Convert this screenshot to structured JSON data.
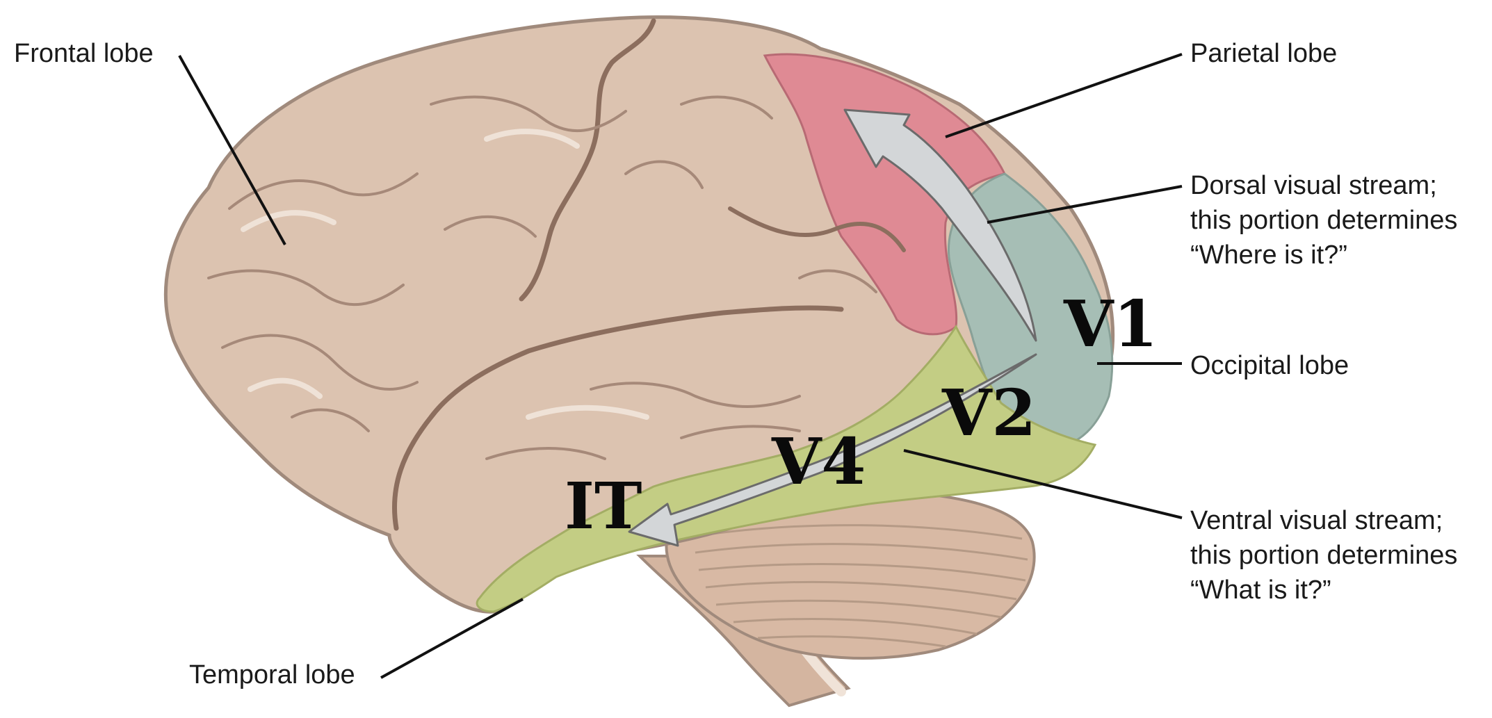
{
  "labels": {
    "frontal": "Frontal lobe",
    "parietal": "Parietal lobe",
    "dorsal": [
      "Dorsal visual stream;",
      "this portion determines",
      "“Where is it?”"
    ],
    "occipital": "Occipital lobe",
    "ventral": [
      "Ventral visual stream;",
      "this portion determines",
      "“What is it?”"
    ],
    "temporal": "Temporal lobe"
  },
  "areas": {
    "v1": "V1",
    "v2": "V2",
    "v4": "V4",
    "it": "IT"
  },
  "colors": {
    "cortex": "#dcc3b0",
    "cortex_outline": "#a08a7c",
    "sulcus": "#8c6e5e",
    "gyrus_highlight": "#efe2d7",
    "parietal": "#df8a94",
    "occipital": "#a6beb5",
    "temporal_ventral": "#c3cd84",
    "cerebellum": "#d8b9a4",
    "brainstem": "#d4b5a0",
    "arrow_fill": "#d3d6d8",
    "arrow_stroke": "#6b6b6b"
  }
}
